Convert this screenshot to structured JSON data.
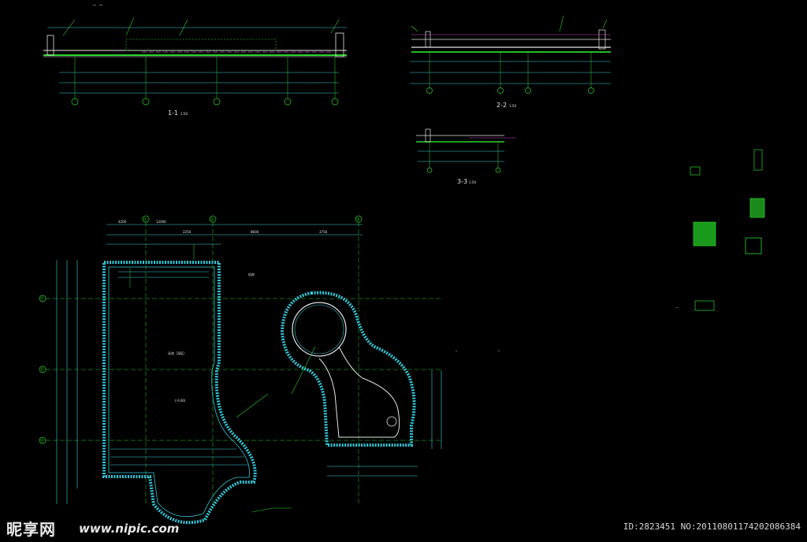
{
  "drawing": {
    "section_1": {
      "title": "1-1",
      "scale": "1:50"
    },
    "section_2": {
      "title": "2-2",
      "scale": "1:50"
    },
    "section_3": {
      "title": "3-3",
      "scale": "1:50"
    },
    "plan": {
      "axis_top": [
        "①",
        "②",
        "③"
      ],
      "axis_left": [
        "Ⓕ",
        "Ⓔ",
        "Ⓓ"
      ],
      "dims_top": [
        "4200",
        "12000",
        "2250",
        "8600",
        "3750"
      ],
      "pool_label": "泳池（深区）",
      "room_label": "机房",
      "deck_label": "(-0.60)"
    }
  },
  "colors": {
    "line_green": "#2bd62b",
    "text_white": "#e6e6e6",
    "wall_cyan": "#35c7d9",
    "dim_cyan": "#3fd3df",
    "accent_magenta": "#d33fd3"
  },
  "watermark": {
    "logo_text": "昵享网",
    "url": "www.nipic.com",
    "id_text": "ID:2823451 NO:20110801174202086384"
  }
}
